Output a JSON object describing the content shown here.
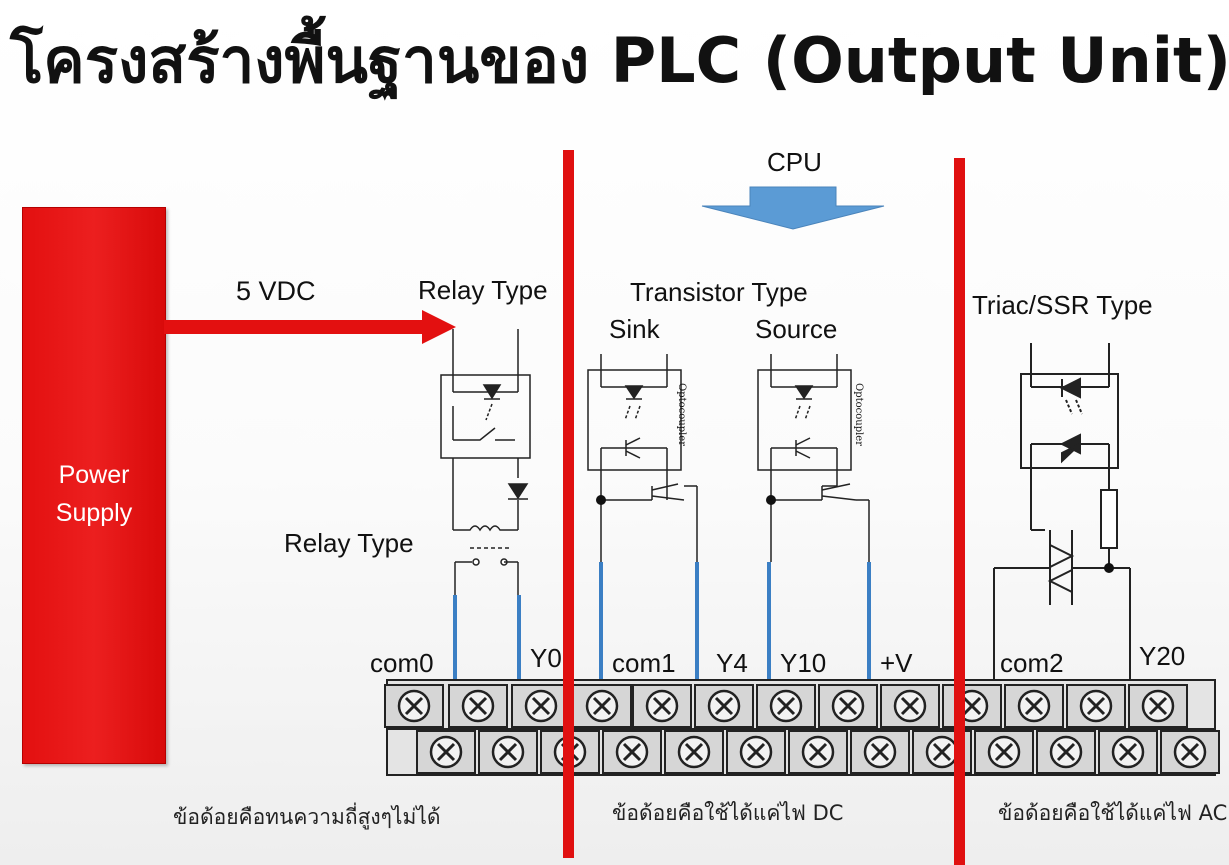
{
  "title": "โครงสร้างพื้นฐานของ PLC (Output Unit)",
  "power_supply": {
    "label": "Power\nSupply",
    "color": "#e31010"
  },
  "arrow_label": "5 VDC",
  "cpu_label": "CPU",
  "sections": {
    "relay": {
      "title": "Relay Type",
      "label2": "Relay Type"
    },
    "transistor": {
      "title": "Transistor Type",
      "sink": "Sink",
      "source": "Source",
      "opto": "Optocoupler"
    },
    "triac": {
      "title": "Triac/SSR Type"
    }
  },
  "terminals": {
    "com0": "com0",
    "y0": "Y0",
    "com1": "com1",
    "y4": "Y4",
    "y10": "Y10",
    "plus_v": "+V",
    "com2": "com2",
    "y20": "Y20"
  },
  "captions": {
    "relay": "ข้อด้อยคือทนความถี่สูงๆไม่ได้",
    "transistor": "ข้อด้อยคือใช้ได้แค่ไฟ DC",
    "triac": "ข้อด้อยคือใช้ได้แค่ไฟ AC"
  },
  "colors": {
    "red": "#e31010",
    "blue_arrow": "#5b9bd5",
    "wire_blue": "#3b7fc4",
    "divider": "#e01010"
  }
}
